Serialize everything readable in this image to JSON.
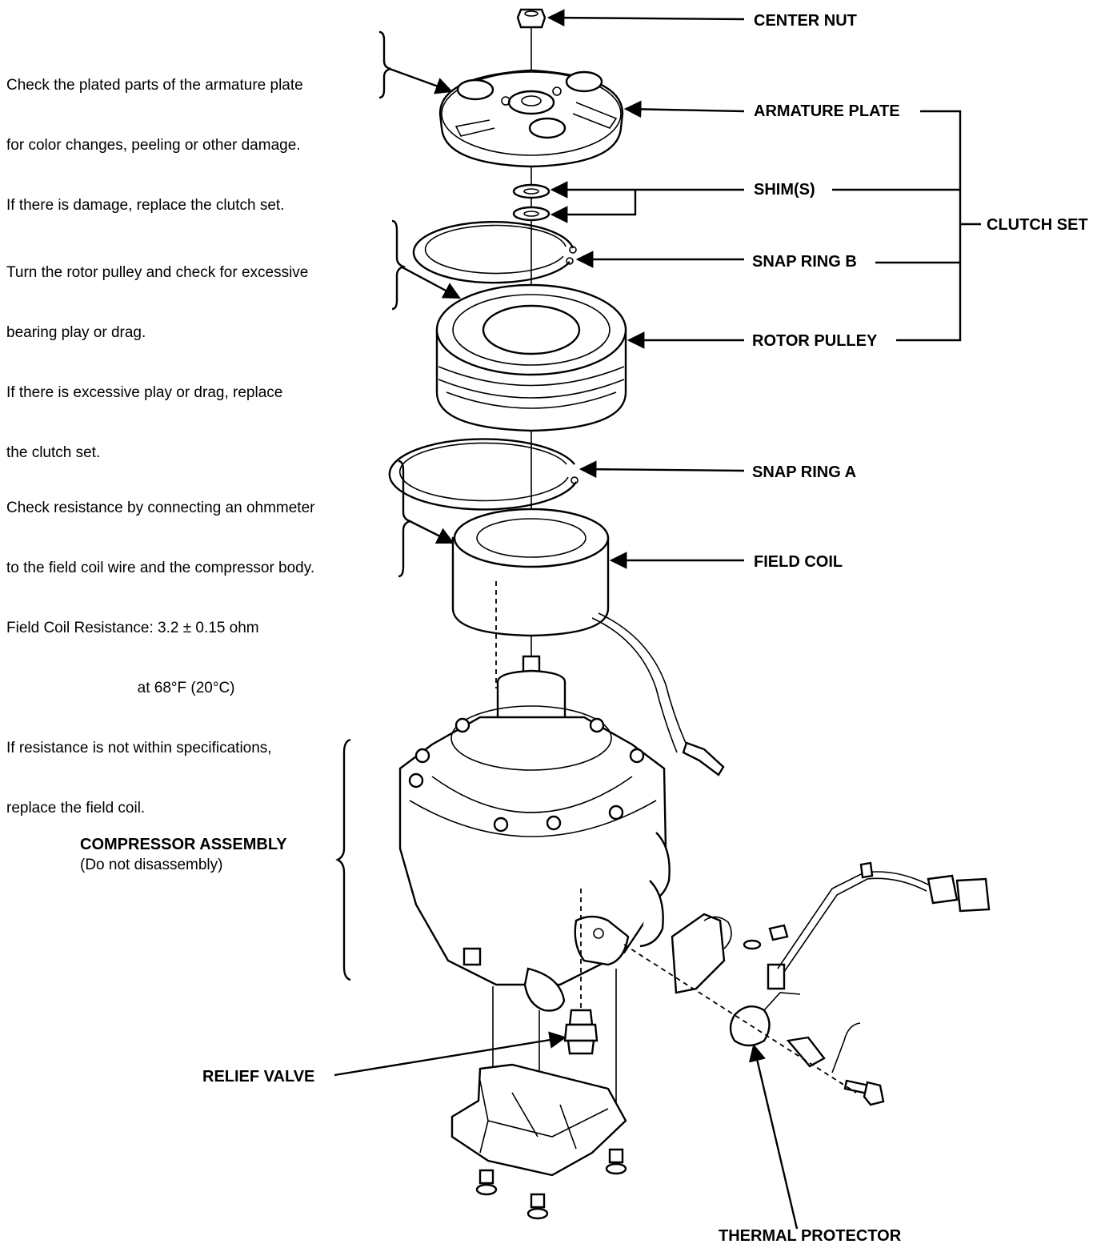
{
  "notes": {
    "armature": [
      "Check the plated parts of the armature plate",
      "for color changes, peeling or other damage.",
      "If there is damage, replace the clutch set."
    ],
    "rotor": [
      "Turn the rotor pulley and check for excessive",
      "bearing play or drag.",
      "If there is excessive play or drag, replace",
      "the clutch set."
    ],
    "coil": [
      "Check resistance by connecting an ohmmeter",
      "to the field coil wire and the compressor body.",
      "Field Coil Resistance: 3.2 ± 0.15 ohm",
      "                               at 68°F (20°C)",
      "If resistance is not within specifications,",
      "replace the field coil."
    ]
  },
  "labels": {
    "center_nut": "CENTER NUT",
    "armature_plate": "ARMATURE PLATE",
    "shims": "SHIM(S)",
    "clutch_set": "CLUTCH SET",
    "snap_ring_b": "SNAP RING B",
    "rotor_pulley": "ROTOR PULLEY",
    "snap_ring_a": "SNAP RING A",
    "field_coil": "FIELD COIL",
    "compressor_assembly": "COMPRESSOR ASSEMBLY",
    "compressor_note": "(Do not disassembly)",
    "relief_valve": "RELIEF VALVE",
    "thermal_protector": "THERMAL PROTECTOR"
  }
}
